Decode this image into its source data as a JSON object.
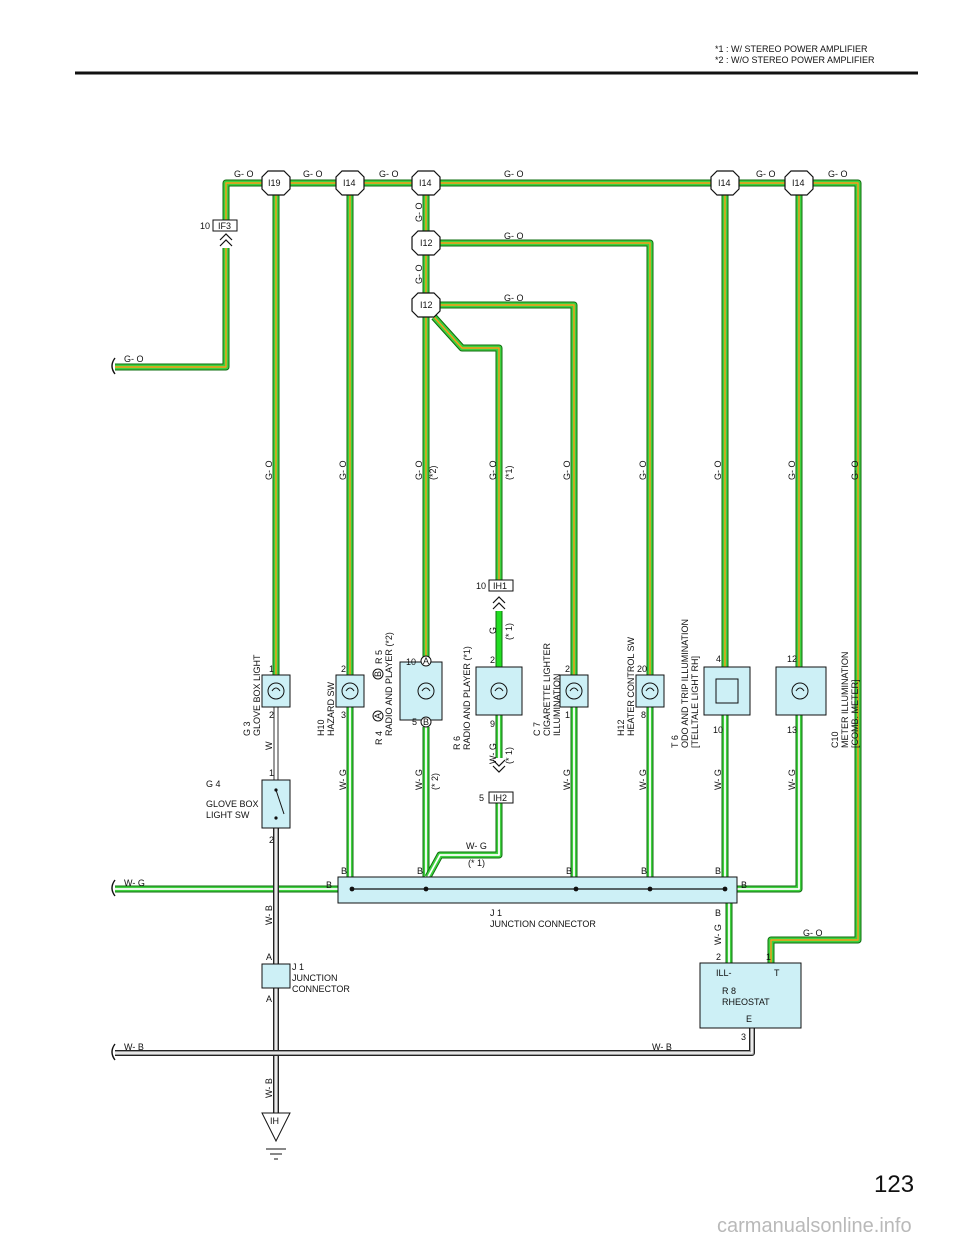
{
  "header": {
    "notes": [
      "*1 : W/ STEREO POWER AMPLIFIER",
      "*2 : W/O STEREO POWER AMPLIFIER"
    ]
  },
  "page_number": "123",
  "watermark": "carmanualsonline.info",
  "colors": {
    "go_wire": "#3fd13f",
    "g_wire": "#22dd22",
    "wg_wire": "#3fd13f",
    "wb_wire": "#9a9a9a",
    "component": "#cdf0f6"
  },
  "wire_labels": {
    "go": "G- O",
    "wg": "W- G",
    "wb": "W- B",
    "w": "W",
    "g": "G",
    "star1": "(*1)",
    "star2": "(*2)",
    "star1s": "(* 1)",
    "star2s": "(* 2)"
  },
  "connectors": {
    "i19": "I19",
    "i14": "I14",
    "i12": "I12",
    "if3": "IF3",
    "ih1": "IH1",
    "ih2": "IH2",
    "ih": "IH",
    "pin10": "10",
    "pin5": "5"
  },
  "components": {
    "g3": {
      "code": "G 3",
      "name": "GLOVE BOX LIGHT",
      "pin_top": "1",
      "pin_bot": "2"
    },
    "g4": {
      "code": "G 4",
      "name1": "GLOVE BOX",
      "name2": "LIGHT SW",
      "pin_top": "1",
      "pin_bot": "2"
    },
    "h10": {
      "code": "H10",
      "name": "HAZARD SW",
      "pin_top": "2",
      "pin_bot": "3"
    },
    "r4r5": {
      "code_r5": "R 5",
      "code_r4": "R 4",
      "name": "RADIO AND PLAYER (*2)",
      "pin_top": "10",
      "pin_bot": "5",
      "a": "A",
      "b": "B"
    },
    "r6": {
      "code": "R 6",
      "name": "RADIO AND PLAYER (*1)",
      "pin_top": "2",
      "pin_bot": "9"
    },
    "c7": {
      "code": "C 7",
      "name1": "CIGARETTE LIGHTER",
      "name2": "ILLUMINATION",
      "pin_top": "2",
      "pin_bot": "1"
    },
    "h12": {
      "code": "H12",
      "name": "HEATER CONTROL SW",
      "pin_top": "20",
      "pin_bot": "8"
    },
    "t6": {
      "code": "T 6",
      "name1": "ODO AND TRIP ILLUMINATION",
      "name2": "[TELLTALE LIGHT RH]",
      "pin_top": "4",
      "pin_bot": "10"
    },
    "c10": {
      "code": "C10",
      "name1": "METER ILLUMINATION",
      "name2": "[COMB. METER]",
      "pin_top": "12",
      "pin_bot": "13"
    },
    "j1": {
      "code": "J 1",
      "name": "JUNCTION CONNECTOR",
      "pin": "B"
    },
    "j1b": {
      "code": "J 1",
      "name1": "JUNCTION",
      "name2": "CONNECTOR",
      "pin": "A"
    },
    "r8": {
      "code": "R 8",
      "name": "RHEOSTAT",
      "ill": "ILL-",
      "t": "T",
      "e": "E",
      "pin2": "2",
      "pin1": "1",
      "pin3": "3"
    }
  }
}
